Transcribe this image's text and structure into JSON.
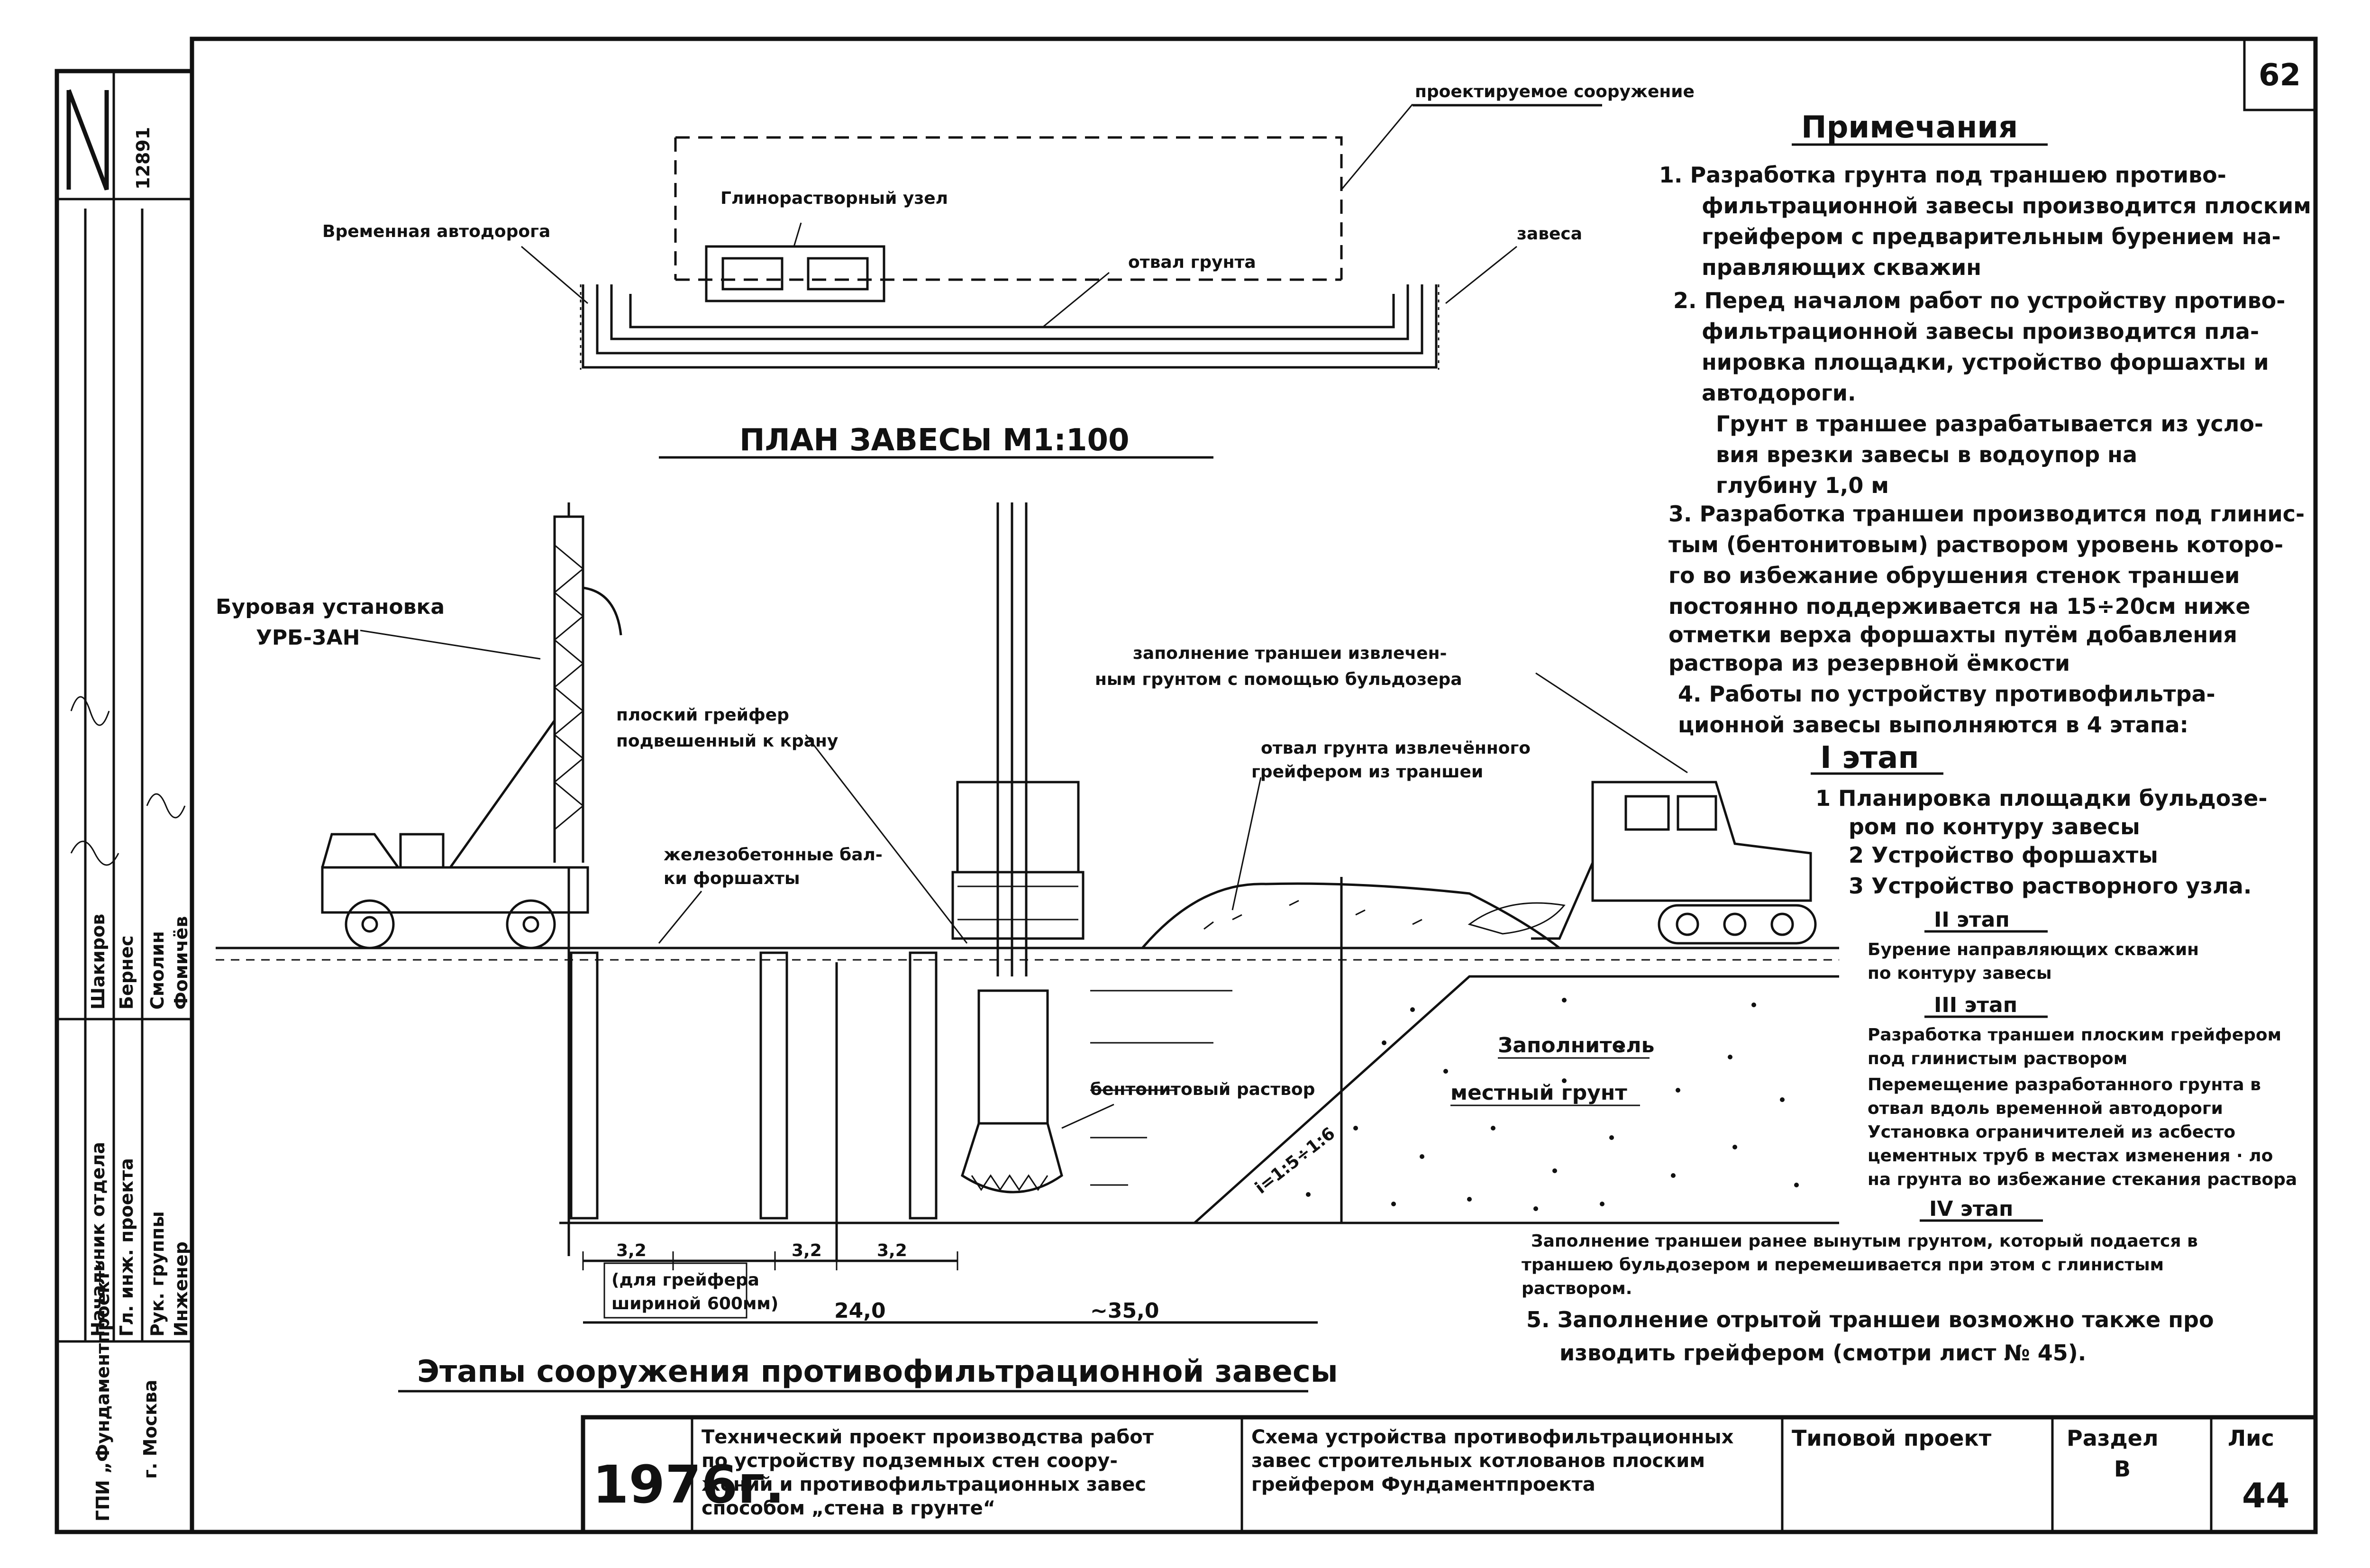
{
  "sheet": {
    "number": "62",
    "archive_no": "12891",
    "org": "ГПИ „Фундаментпроект“",
    "city": "г. Москва"
  },
  "side_stamp": {
    "roles": [
      "Начальник отдела",
      "Гл. инж. проекта",
      "Рук. группы",
      "Инженер"
    ],
    "names": [
      "Шакиров",
      "Бернес",
      "Смолин",
      "Фомичёв"
    ]
  },
  "plan": {
    "title": "ПЛАН ЗАВЕСЫ М1:100",
    "labels": {
      "designed": "проектируемое сооружение",
      "mortar": "Глинорастворный узел",
      "temp_road": "Временная автодорога",
      "dump": "отвал грунта",
      "curtain": "завеса"
    }
  },
  "section": {
    "title": "Этапы сооружения противофильтрационной завесы",
    "labels": {
      "rig_1": "Буровая установка",
      "rig_2": "УРБ-3АН",
      "grab_1": "плоский грейфер",
      "grab_2": "подвешенный к крану",
      "beams_1": "железобетонные бал-",
      "beams_2": "ки форшахты",
      "fill_1": "заполнение траншеи извлечен-",
      "fill_2": "ным грунтом с помощью бульдозера",
      "dump_1": "отвал грунта извлечённого",
      "dump_2": "грейфером из траншеи",
      "filler": "Заполнитель",
      "local_soil": "местный грунт",
      "bentonite": "бентонитовый раствор",
      "slope": "i=1:5÷1:6",
      "dim_1": "3,2",
      "dim_2": "3,2",
      "dim_3": "3,2",
      "grab_note_1": "(для грейфера",
      "grab_note_2": "шириной 600мм)",
      "dim_total": "24,0",
      "dim_far": "~35,0"
    }
  },
  "notes": {
    "heading": "Примечания",
    "lines": [
      "1. Разработка грунта под траншею противо-",
      "фильтрационной завесы производится плоским",
      "грейфером с предварительным бурением на-",
      "правляющих скважин",
      "2. Перед началом работ по устройству противо-",
      "фильтрационной завесы производится пла-",
      "нировка площадки, устройство форшахты и",
      "автодороги.",
      "Грунт в траншее разрабатывается из усло-",
      "вия врезки завесы в водоупор на",
      "глубину 1,0 м",
      "3. Разработка траншеи производится под глинис-",
      "тым (бентонитовым) раствором уровень которо-",
      "го во избежание обрушения стенок траншеи",
      "постоянно поддерживается на 15÷20см ниже",
      "отметки верха форшахты путём добавления",
      "раствора из резервной ёмкости",
      "4. Работы по устройству противофильтра-",
      "ционной завесы выполняются в 4 этапа:"
    ],
    "stages": [
      {
        "title": "I этап",
        "lines": [
          "1 Планировка площадки бульдозе-",
          "ром по контуру завесы",
          "2 Устройство форшахты",
          "3 Устройство растворного узла."
        ]
      },
      {
        "title": "II этап",
        "lines": [
          "Бурение направляющих скважин",
          "по контуру завесы"
        ]
      },
      {
        "title": "III этап",
        "lines": [
          "Разработка траншеи плоским грейфером",
          "под глинистым раствором",
          "Перемещение разработанного грунта в",
          "отвал вдоль временной автодороги",
          "Установка ограничителей из асбесто",
          "цементных труб в местах изменения ·   ло",
          "на грунта во избежание стекания раствора"
        ]
      },
      {
        "title": "IV этап",
        "lines": [
          "Заполнение траншеи ранее вынутым грунтом, который подается в",
          "траншею бульдозером и перемешивается при этом с глинистым",
          "раствором.",
          "5.  Заполнение отрытой траншеи возможно также про",
          "изводить грейфером (смотри лист № 45)."
        ]
      }
    ]
  },
  "title_block": {
    "year": "1976г.",
    "project": [
      "Технический проект производства работ",
      "по устройству подземных стен соору-",
      "жений и противофильтрационных завес",
      "способом „стена в грунте“"
    ],
    "scheme": [
      "Схема устройства противофильтрационных",
      "завес строительных котлованов плоским",
      "грейфером Фундаментпроекта"
    ],
    "type": "Типовой проект",
    "section_label": "Раздел",
    "section_value": "В",
    "sheet_label": "Лис",
    "sheet_value": "44"
  }
}
